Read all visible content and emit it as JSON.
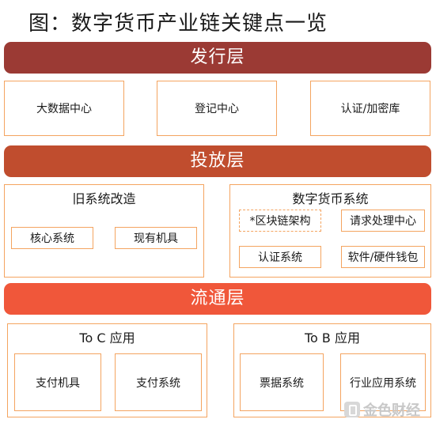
{
  "title": "图：数字货币产业链关键点一览",
  "layers": [
    {
      "label": "发行层",
      "color": "#9b3a34"
    },
    {
      "label": "投放层",
      "color": "#c04d2e"
    },
    {
      "label": "流通层",
      "color": "#f0573a"
    }
  ],
  "issuance": {
    "items": [
      "大数据中心",
      "登记中心",
      "认证/加密库"
    ]
  },
  "distribution": {
    "legacy": {
      "title": "旧系统改造",
      "items": [
        "核心系统",
        "现有机具"
      ]
    },
    "digital": {
      "title": "数字货币系统",
      "items": [
        "*区块链架构",
        "请求处理中心",
        "认证系统",
        "软件/硬件钱包"
      ]
    }
  },
  "circulation": {
    "to_c": {
      "title": "To C 应用",
      "items": [
        "支付机具",
        "支付系统"
      ]
    },
    "to_b": {
      "title": "To B 应用",
      "items": [
        "票据系统",
        "行业应用系统"
      ]
    }
  },
  "watermark": "金色财经",
  "colors": {
    "border": "#f4a460"
  }
}
